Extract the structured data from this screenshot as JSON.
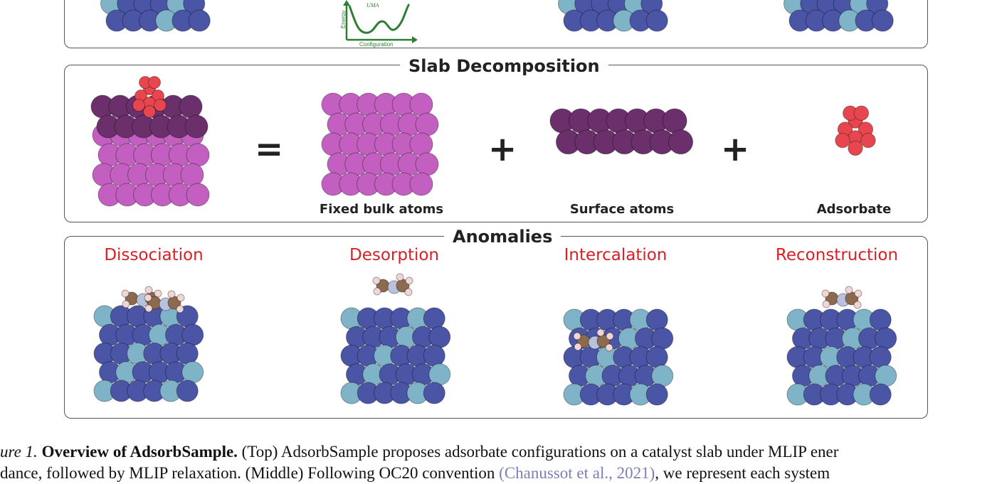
{
  "top_panel": {
    "plot_axis_y": "Energy",
    "plot_axis_x": "Configuration",
    "plot_sub": "UMA"
  },
  "slab_panel": {
    "title": "Slab Decomposition",
    "equals": "=",
    "plus": "+",
    "labels": [
      "Fixed bulk atoms",
      "Surface atoms",
      "Adsorbate"
    ]
  },
  "anomalies_panel": {
    "title": "Anomalies",
    "labels": [
      "Dissociation",
      "Desorption",
      "Intercalation",
      "Reconstruction"
    ]
  },
  "caption": {
    "line1_prefix": "ure 1.",
    "line1_bold": "Overview of AdsorbSample.",
    "line1_rest": "(Top) AdsorbSample proposes adsorbate configurations on a catalyst slab under MLIP ener",
    "line2_start": "dance, followed by MLIP relaxation. (Middle) Following OC20 convention",
    "line2_cite": "(Chanussot et al., 2021)",
    "line2_end": ", we represent each system"
  },
  "colors": {
    "blue_atom": "#4a55a6",
    "light_atom": "#7fb3c8",
    "purple_dark": "#6b2f6b",
    "purple_light": "#c25fc0",
    "red_atom": "#e8464f",
    "anomaly_red": "#d81f26",
    "plot_green": "#2e7d32",
    "cite": "#7b7fb5"
  }
}
